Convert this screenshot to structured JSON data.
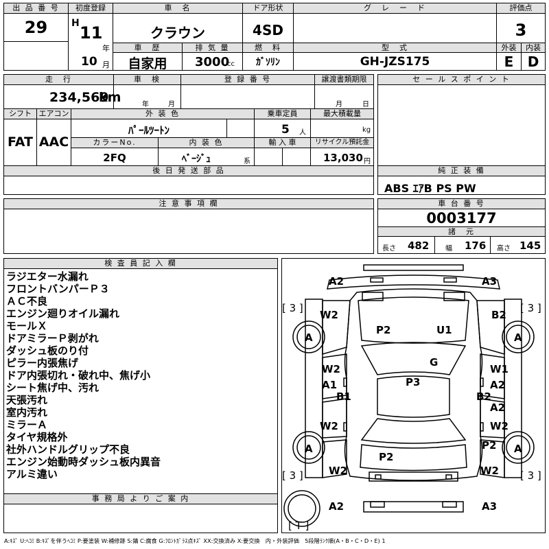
{
  "header": {
    "lot_label": "出 品 番 号",
    "lot": "29",
    "first_reg_label": "初度登録",
    "era": "H",
    "year": "11",
    "year_unit": "年",
    "month": "10",
    "month_unit": "月",
    "name_label": "車　名",
    "name": "クラウン",
    "door_label": "ドア形状",
    "door": "4SD",
    "grade_label": "グ　レ　ー　ド",
    "grade": "",
    "score_label": "評価点",
    "score": "3",
    "history_label": "車　歴",
    "history": "自家用",
    "displacement_label": "排 気 量",
    "displacement": "3000",
    "displacement_unit": "cc",
    "fuel_label": "燃　料",
    "fuel": "ｶﾞｿﾘﾝ",
    "model_label": "型　式",
    "model": "GH-JZS175",
    "exterior_label": "外装",
    "exterior": "E",
    "interior_label": "内装",
    "interior": "D"
  },
  "middle": {
    "mileage_label": "走　行",
    "mileage": "234,569",
    "mileage_unit": "km",
    "inspection_label": "車　検",
    "insp_year_unit": "年",
    "insp_month_unit": "月",
    "registration_label": "登 録 番 号",
    "transfer_label": "譲渡書類期限",
    "transfer_month_unit": "月",
    "transfer_day_unit": "日",
    "shift_label": "シフト",
    "shift": "FAT",
    "ac_label": "エアコン",
    "ac": "AAC",
    "color_label": "外 装 色",
    "color": "ﾊﾟｰﾙﾂｰﾄﾝ",
    "capacity_label": "乗車定員",
    "capacity": "5",
    "capacity_unit": "人",
    "load_label": "最大積載量",
    "load_unit": "kg",
    "color_no_label": "カラーNo.",
    "color_no": "2FQ",
    "interior_color_label": "内 装 色",
    "interior_color": "ﾍﾞｰｼﾞｭ",
    "interior_color_unit": "系",
    "import_label": "輸 入 車",
    "recycle_label": "リサイクル預託金",
    "recycle": "13,030",
    "recycle_unit": "円",
    "later_parts_label": "後 日 発 送 部 品",
    "notes_label": "注 意 事 項 欄"
  },
  "right": {
    "sales_label": "セ ー ル ス ポ イ ン ト",
    "equipment_label": "純 正 装 備",
    "equipment": "ABS ｴｱB PS PW",
    "chassis_label": "車 台 番 号",
    "chassis": "0003177",
    "spec_label": "諸　元",
    "length_label": "長さ",
    "length": "482",
    "width_label": "幅",
    "width": "176",
    "height_label": "高さ",
    "height": "145"
  },
  "inspector": {
    "label": "検 査 員 記 入 欄",
    "lines": [
      "ラジエター水漏れ",
      "フロントバンパーＰ３",
      "ＡＣ不良",
      "エンジン廻りオイル漏れ",
      "モールＸ",
      "ドアミラーＰ剥がれ",
      "ダッシュ板のり付",
      "ピラー内張焦げ",
      "ドア内張切れ・破れ中、焦げ小",
      "シート焦げ中、汚れ",
      "天張汚れ",
      "室内汚れ",
      "ミラーＡ",
      "タイヤ規格外",
      "社外ハンドルグリップ不良",
      "エンジン始動時ダッシュ板内異音",
      "アルミ違い"
    ],
    "office_label": "事 務 局 よ り ご 案 内"
  },
  "diagram": {
    "marks": {
      "front_left": "A2",
      "front_right": "A3",
      "tire_fl": "[ 3 ]",
      "tire_fr": "[ 3 ]",
      "tire_rl": "[ 3 ]",
      "tire_rr": "[ 3 ]",
      "fender_fl": "W2",
      "fender_fr": "B2",
      "wheel": "A",
      "hood_l": "P2",
      "hood_r": "U1",
      "windshield": "G",
      "door_fl_1": "W2",
      "door_fl_2": "A1",
      "pillar_l": "B1",
      "door_fr_1": "W1",
      "door_fr_2": "A2",
      "pillar_r": "B2",
      "door_rr_1": "A2",
      "roof": "P3",
      "door_rl": "W2",
      "door_rr_2": "W2",
      "qtr_rr": "P2",
      "trunk": "P2",
      "qtr_rl": "W2",
      "qtr_rr2": "W2",
      "rear_left": "A2",
      "rear_right": "A3",
      "spare": "[ T ]"
    },
    "legend": "A:ｷｽﾞ U:ﾍｺﾐ B:ｷｽﾞを伴うﾍｺﾐ P:要塗装 W:補修跡 S:錆 C:腐食 G:ﾌﾛﾝﾄｶﾞﾗｽ点ｷｽﾞ XX:交換済み X:要交換　内・外装評価　5段階ﾗﾝｸ順(A・B・C・D・E) 1"
  }
}
